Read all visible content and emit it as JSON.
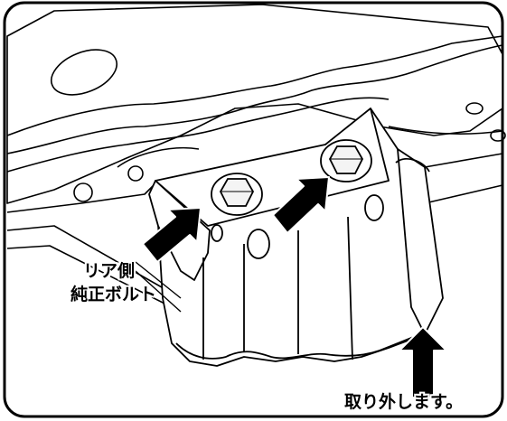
{
  "callouts": {
    "rear_bolt_line1": "リア側",
    "rear_bolt_line2": "純正ボルト",
    "remove_note": "取り外します。"
  },
  "colors": {
    "line": "#000000",
    "background": "#ffffff",
    "arrow": "#000000"
  },
  "icons": [
    "arrow-icon"
  ]
}
